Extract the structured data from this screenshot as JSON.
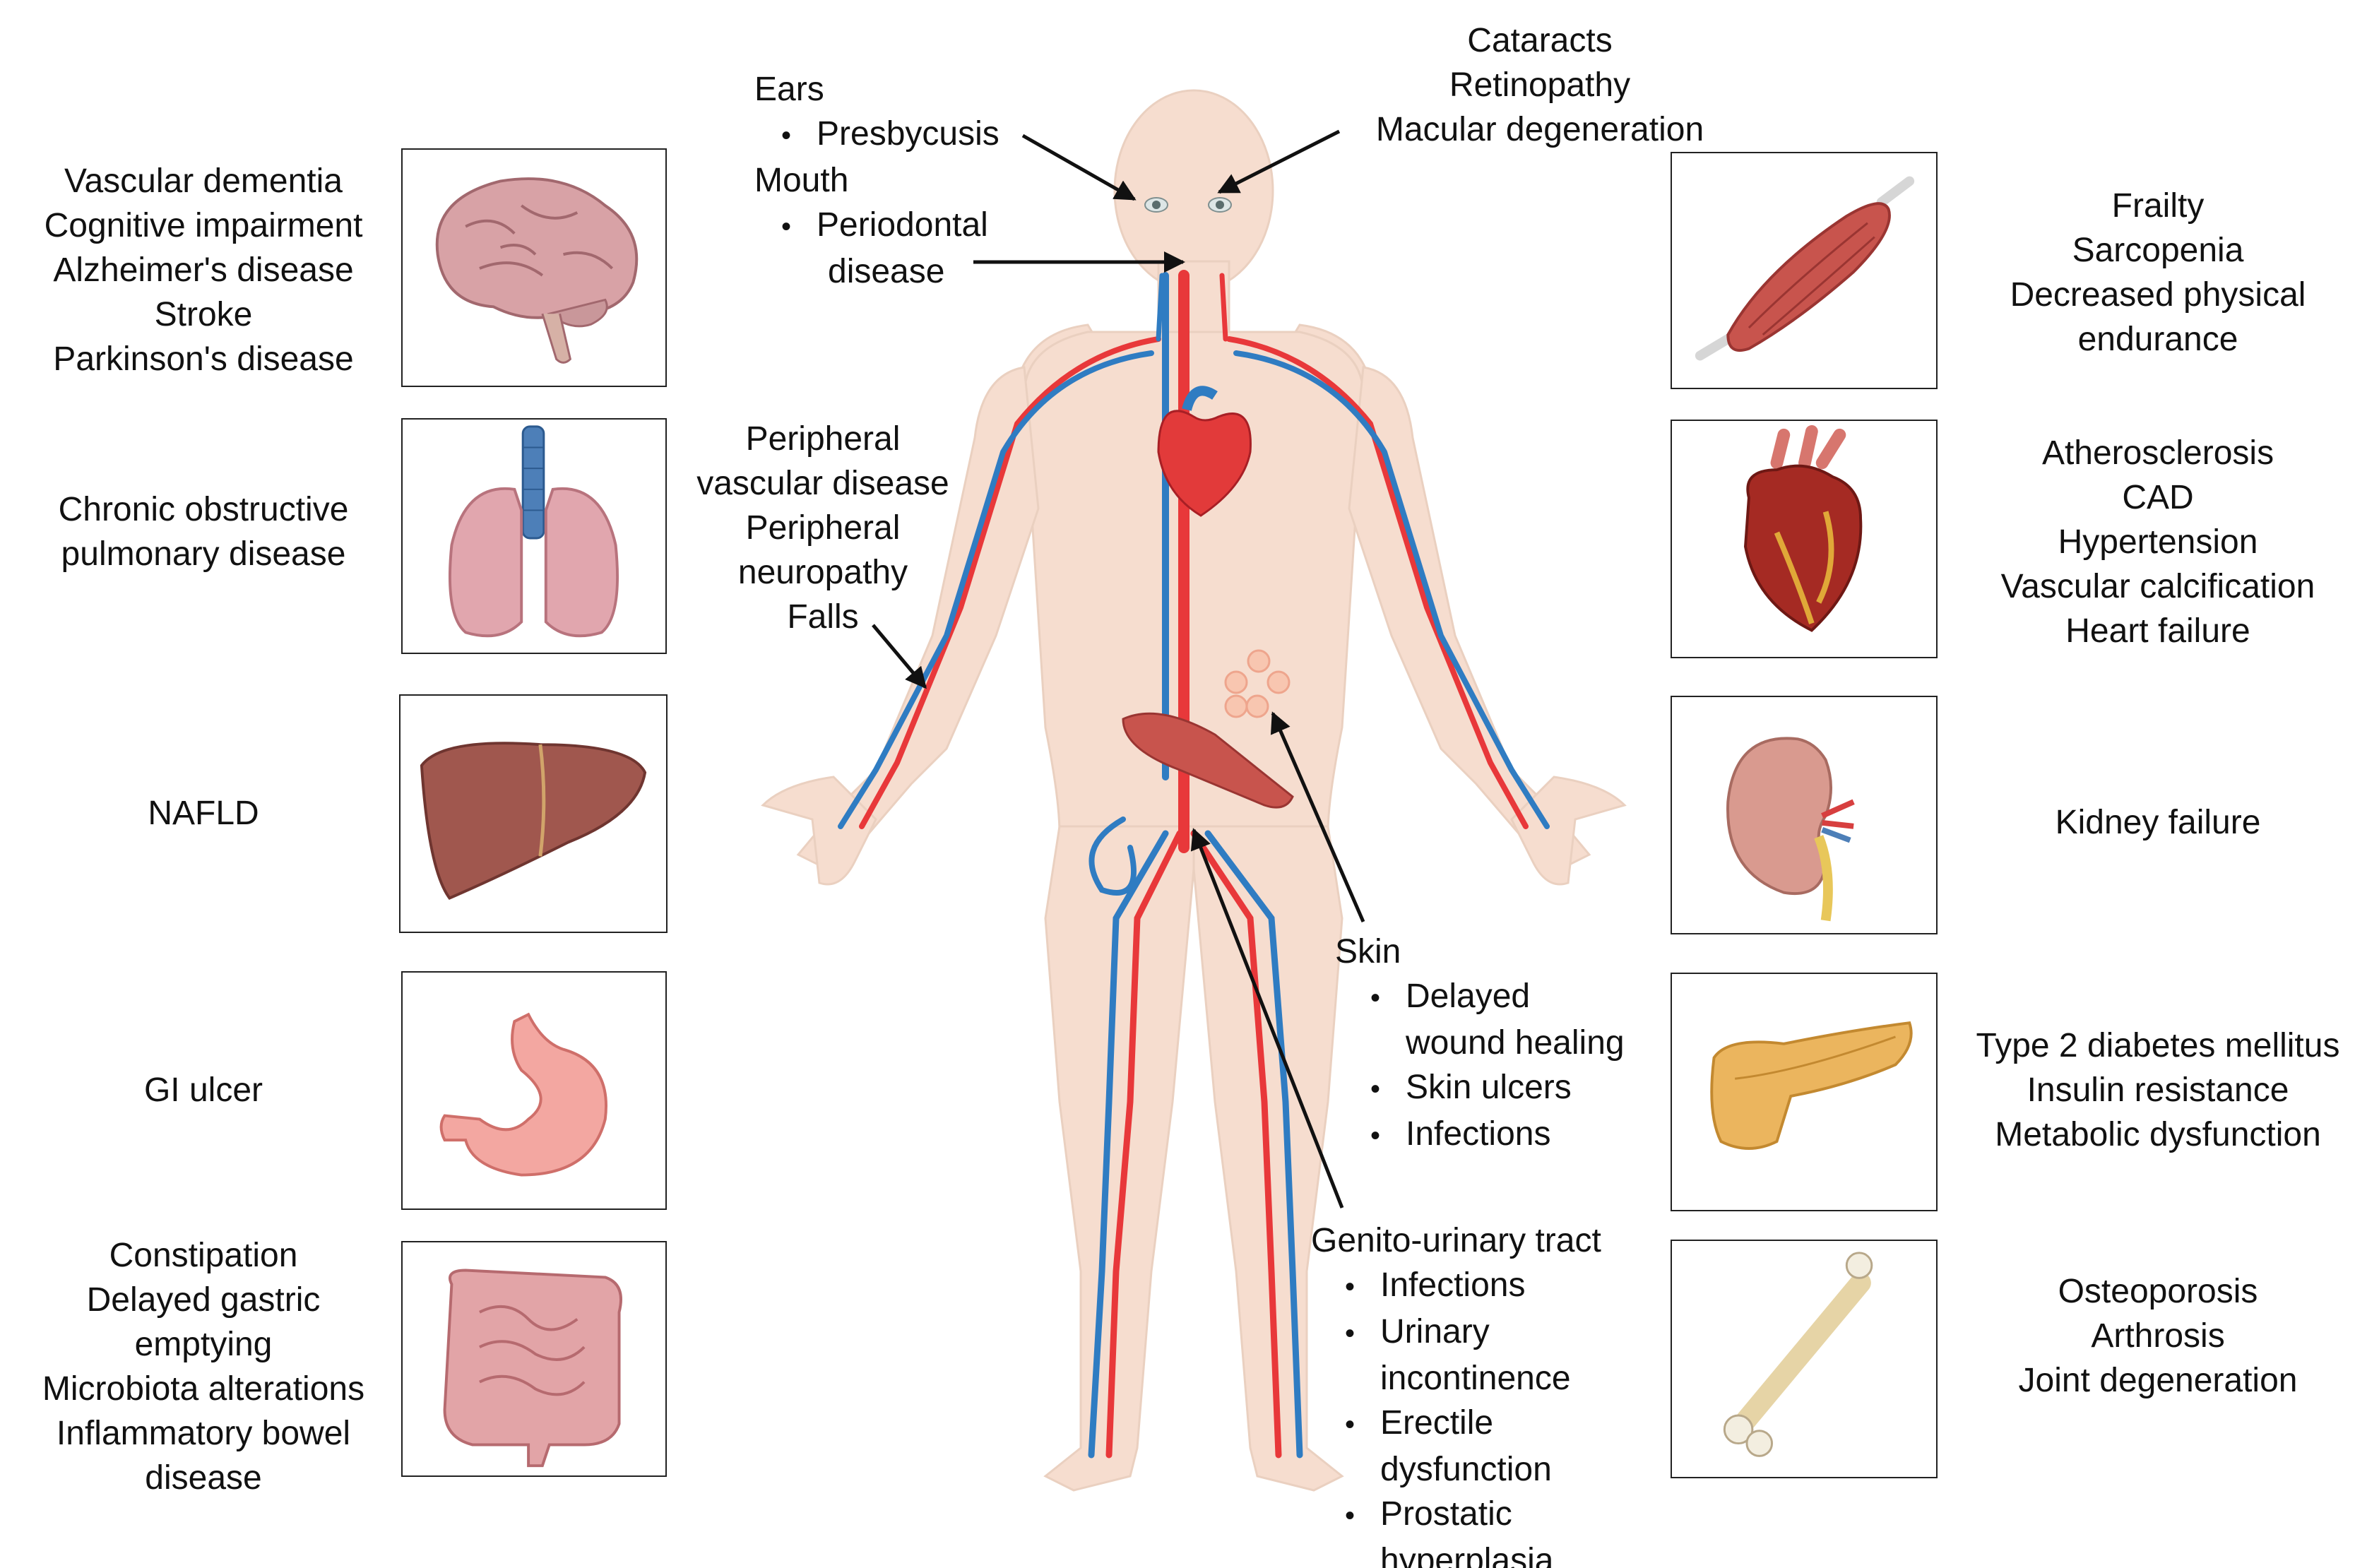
{
  "left_panels": [
    {
      "id": "brain",
      "lines": [
        "Vascular dementia",
        "Cognitive impairment",
        "Alzheimer's disease",
        "Stroke",
        "Parkinson's disease"
      ]
    },
    {
      "id": "lungs",
      "lines": [
        "Chronic obstructive",
        "pulmonary disease"
      ]
    },
    {
      "id": "liver",
      "lines": [
        "NAFLD"
      ]
    },
    {
      "id": "stomach",
      "lines": [
        "GI ulcer"
      ]
    },
    {
      "id": "intestine",
      "lines": [
        "Constipation",
        "Delayed gastric",
        "emptying",
        "Microbiota alterations",
        "Inflammatory bowel",
        "disease"
      ]
    }
  ],
  "right_panels": [
    {
      "id": "muscle",
      "lines": [
        "Frailty",
        "Sarcopenia",
        "Decreased physical",
        "endurance"
      ]
    },
    {
      "id": "heart",
      "lines": [
        "Atherosclerosis",
        "CAD",
        "Hypertension",
        "Vascular calcification",
        "Heart failure"
      ]
    },
    {
      "id": "kidney",
      "lines": [
        "Kidney failure"
      ]
    },
    {
      "id": "pancreas",
      "lines": [
        "Type 2 diabetes mellitus",
        "Insulin resistance",
        "Metabolic dysfunction"
      ]
    },
    {
      "id": "bone",
      "lines": [
        "Osteoporosis",
        "Arthrosis",
        "Joint degeneration"
      ]
    }
  ],
  "callouts": {
    "ears": {
      "heading": "Ears",
      "items": [
        "Presbycusis"
      ]
    },
    "mouth": {
      "heading": "Mouth",
      "item_lines": [
        "Periodontal",
        "disease"
      ]
    },
    "eyes": {
      "lines": [
        "Cataracts",
        "Retinopathy",
        "Macular degeneration"
      ]
    },
    "peripheral": {
      "lines": [
        "Peripheral",
        "vascular disease",
        "Peripheral",
        "neuropathy",
        "Falls"
      ]
    },
    "skin": {
      "heading": "Skin",
      "items": [
        [
          "Delayed",
          "wound healing"
        ],
        [
          "Skin ulcers"
        ],
        [
          "Infections"
        ]
      ]
    },
    "gu": {
      "heading": "Genito-urinary tract",
      "items": [
        [
          "Infections"
        ],
        [
          "Urinary",
          "incontinence"
        ],
        [
          "Erectile",
          "dysfunction"
        ],
        [
          "Prostatic",
          "hyperplasia"
        ]
      ]
    }
  },
  "colors": {
    "skin": "#f6ddcf",
    "artery": "#e8383a",
    "vein": "#2f7cc2",
    "box_border": "#222222",
    "arrow": "#111111"
  }
}
